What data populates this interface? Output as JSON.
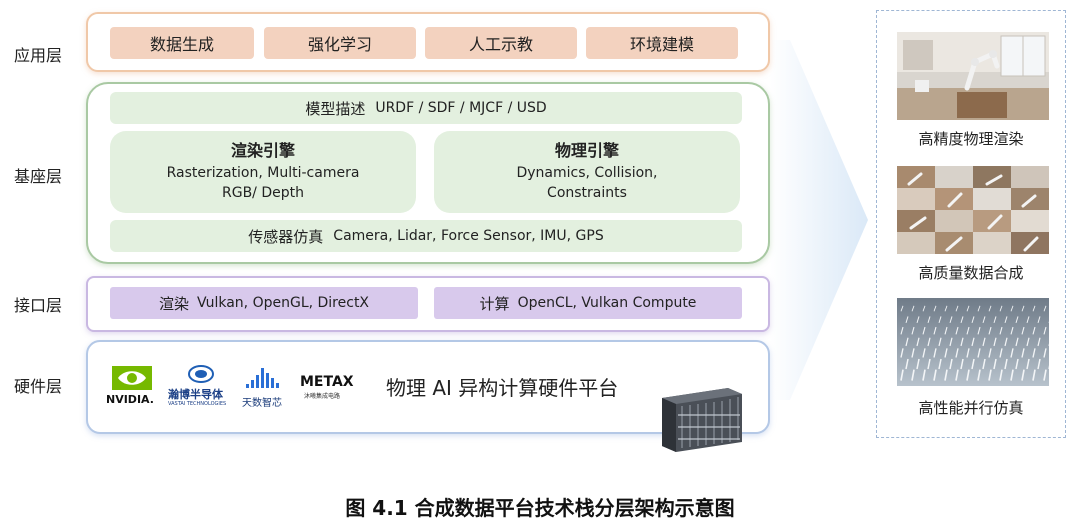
{
  "layers": {
    "application": {
      "label": "应用层",
      "items": [
        "数据生成",
        "强化学习",
        "人工示教",
        "环境建模"
      ]
    },
    "base": {
      "label": "基座层",
      "model": {
        "title": "模型描述",
        "formats": "URDF / SDF / MJCF / USD"
      },
      "render_engine": {
        "title": "渲染引擎",
        "line1": "Rasterization, Multi-camera",
        "line2": "RGB/ Depth"
      },
      "physics_engine": {
        "title": "物理引擎",
        "line1": "Dynamics, Collision,",
        "line2": "Constraints"
      },
      "sensor": {
        "title": "传感器仿真",
        "detail": "Camera, Lidar, Force Sensor, IMU, GPS"
      }
    },
    "interface": {
      "label": "接口层",
      "render": {
        "title": "渲染",
        "detail": "Vulkan, OpenGL, DirectX"
      },
      "compute": {
        "title": "计算",
        "detail": "OpenCL, Vulkan Compute"
      }
    },
    "hardware": {
      "label": "硬件层",
      "platform": "物理 AI 异构计算硬件平台",
      "logos": {
        "nvidia": "NVIDIA.",
        "vastai_cn": "瀚博半导体",
        "vastai_en": "VASTAI TECHNOLOGIES",
        "tianshu": "天数智芯",
        "metax": "METAX",
        "metax_cn": "沐曦集成电路"
      }
    }
  },
  "showcase": [
    {
      "caption": "高精度物理渲染",
      "icon": "robot-arm-render-photo"
    },
    {
      "caption": "高质量数据合成",
      "icon": "synthetic-data-mosaic-photo"
    },
    {
      "caption": "高性能并行仿真",
      "icon": "parallel-robots-photo"
    }
  ],
  "figure_caption": "图 4.1 合成数据平台技术栈分层架构示意图",
  "colors": {
    "application": "#f3d2bf",
    "base": "#e3f0df",
    "interface": "#d8c9ec",
    "hardware_border": "#b4c8e6",
    "funnel": "#dceaf7"
  }
}
